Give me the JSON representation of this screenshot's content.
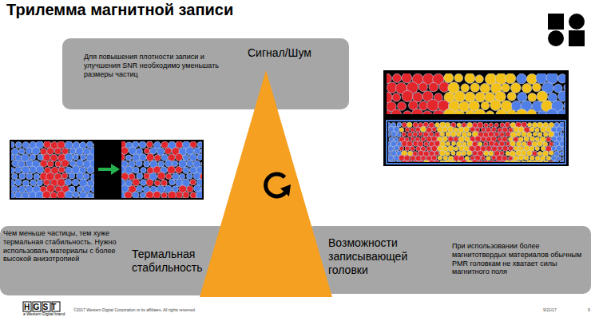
{
  "diagram": {
    "title": "Трилемма магнитной записи",
    "nodes": [
      {
        "text": [
          "Для повышения плотности записи и улучшения SNR необходимо уменьшать размеры частиц",
          "Сигнал/Шум"
        ]
      },
      {
        "text": [
          "Чем меньше частицы, тем хуже термальная стабильность. Нужно использовать материалы с более высокой анизотропией",
          "Термальная стабильность"
        ]
      },
      {
        "text": [
          "Возможности записывающей головки",
          "При использовании более магнитотвердых материалов обычным PMR головкам не хватает силы магнитного поля"
        ]
      }
    ],
    "labels": [
      "HGST",
      "a Western Digital brand",
      "©2017 Western Digital Corporation or its affiliates. All rights reserved.",
      "9/21/17",
      "9"
    ]
  }
}
